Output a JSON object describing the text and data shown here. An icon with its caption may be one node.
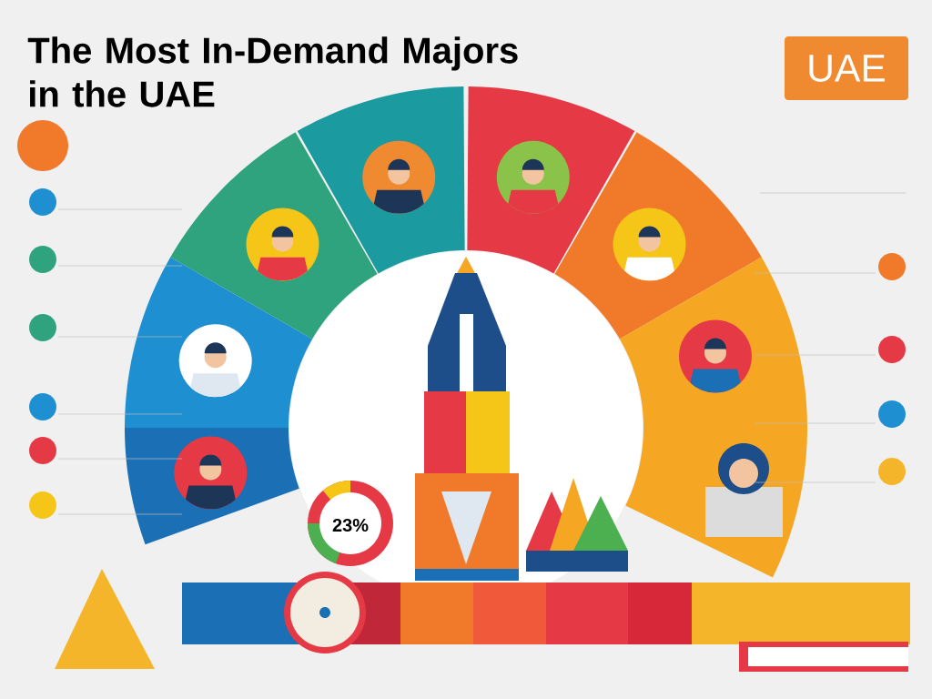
{
  "diagram": {
    "title": "The Most In-Demand Majors in the UAE",
    "nodes": [
      {
        "text": [],
        "shape": "sector"
      },
      {
        "text": [],
        "shape": "sector"
      },
      {
        "text": [],
        "shape": "sector"
      },
      {
        "text": [],
        "shape": "sector"
      },
      {
        "text": [],
        "shape": "sector"
      },
      {
        "text": [],
        "shape": "sector"
      },
      {
        "text": [],
        "shape": "sector"
      },
      {
        "text": [],
        "shape": "person",
        "in": 0
      },
      {
        "text": [],
        "shape": "person",
        "in": 1
      },
      {
        "text": [],
        "shape": "person",
        "in": 2
      },
      {
        "text": [],
        "shape": "person",
        "in": 3
      },
      {
        "text": [],
        "shape": "person",
        "in": 4
      },
      {
        "text": [],
        "shape": "person",
        "in": 5
      },
      {
        "text": [],
        "shape": "person",
        "in": 6
      },
      {
        "text": [],
        "shape": "person",
        "in": 6
      },
      {
        "text": [
          "23%"
        ]
      }
    ],
    "labels": [
      "UAE"
    ]
  }
}
